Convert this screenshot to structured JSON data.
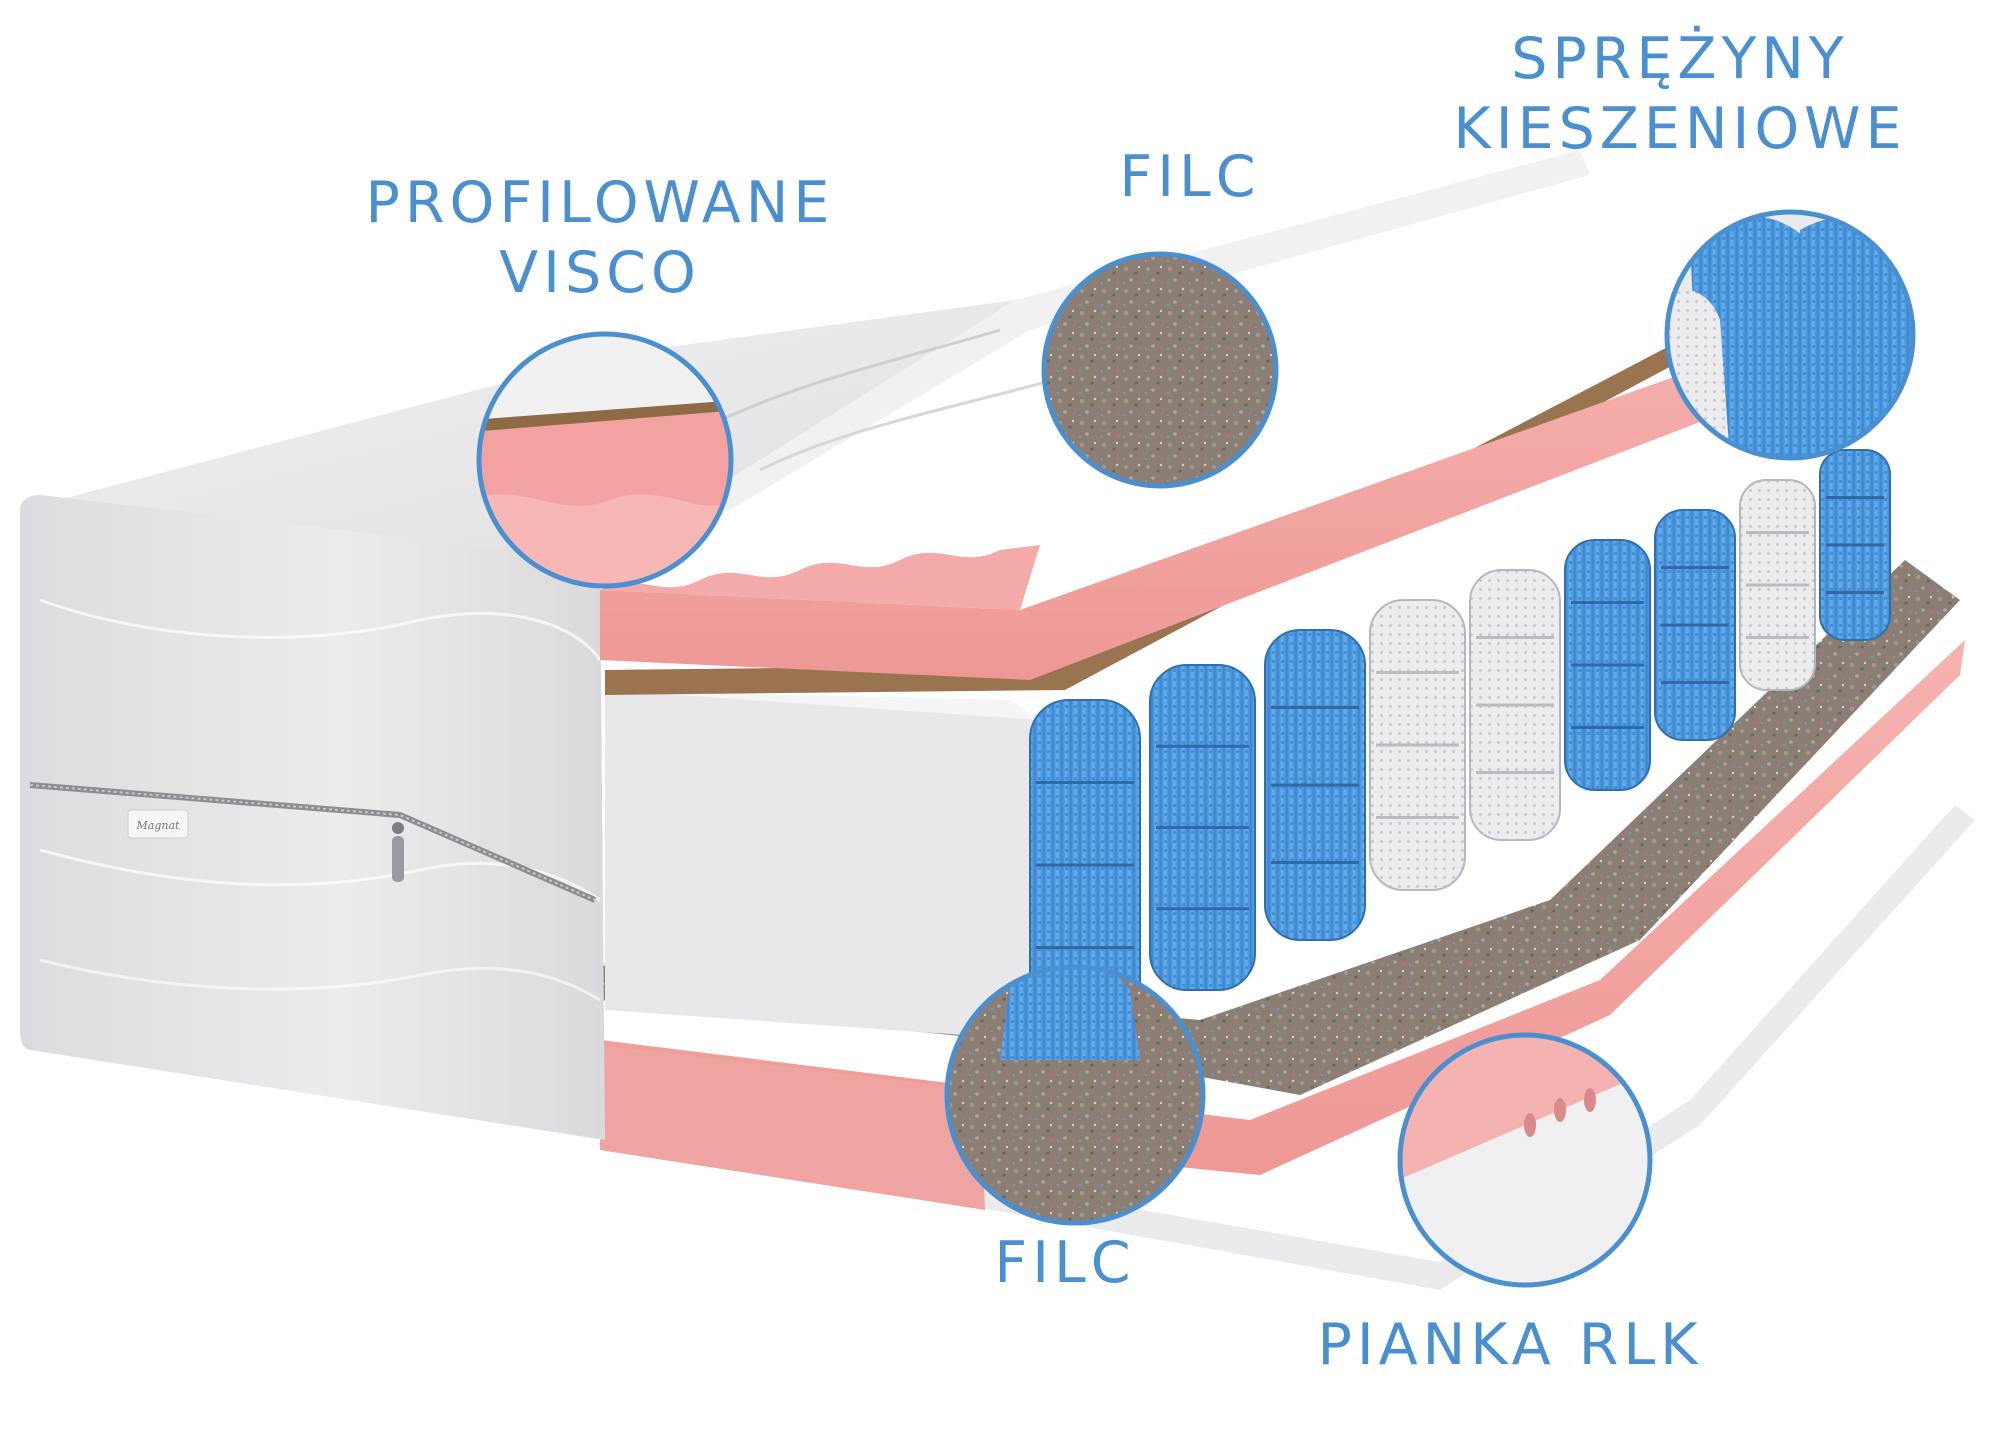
{
  "labels": {
    "visco": [
      "PROFILOWANE",
      "VISCO"
    ],
    "filc_top": "FILC",
    "springs": [
      "SPRĘŻYNY",
      "KIESZENIOWE"
    ],
    "filc_bottom": "FILC",
    "rlk": "PIANKA RLK"
  },
  "brand_tag": "Magnat",
  "colors": {
    "label_text": "#4a8fd0",
    "callout_ring": "#4a8fd0",
    "pink_foam": "#f2a5a4",
    "blue_spring": "#4f9ee6",
    "white_spring": "#e9eaec",
    "felt": "#8f8278",
    "cover": "#e6e6e8",
    "coir": "#8e6a46"
  },
  "icons": [
    "zipper-pull-icon",
    "brand-tag-icon"
  ]
}
